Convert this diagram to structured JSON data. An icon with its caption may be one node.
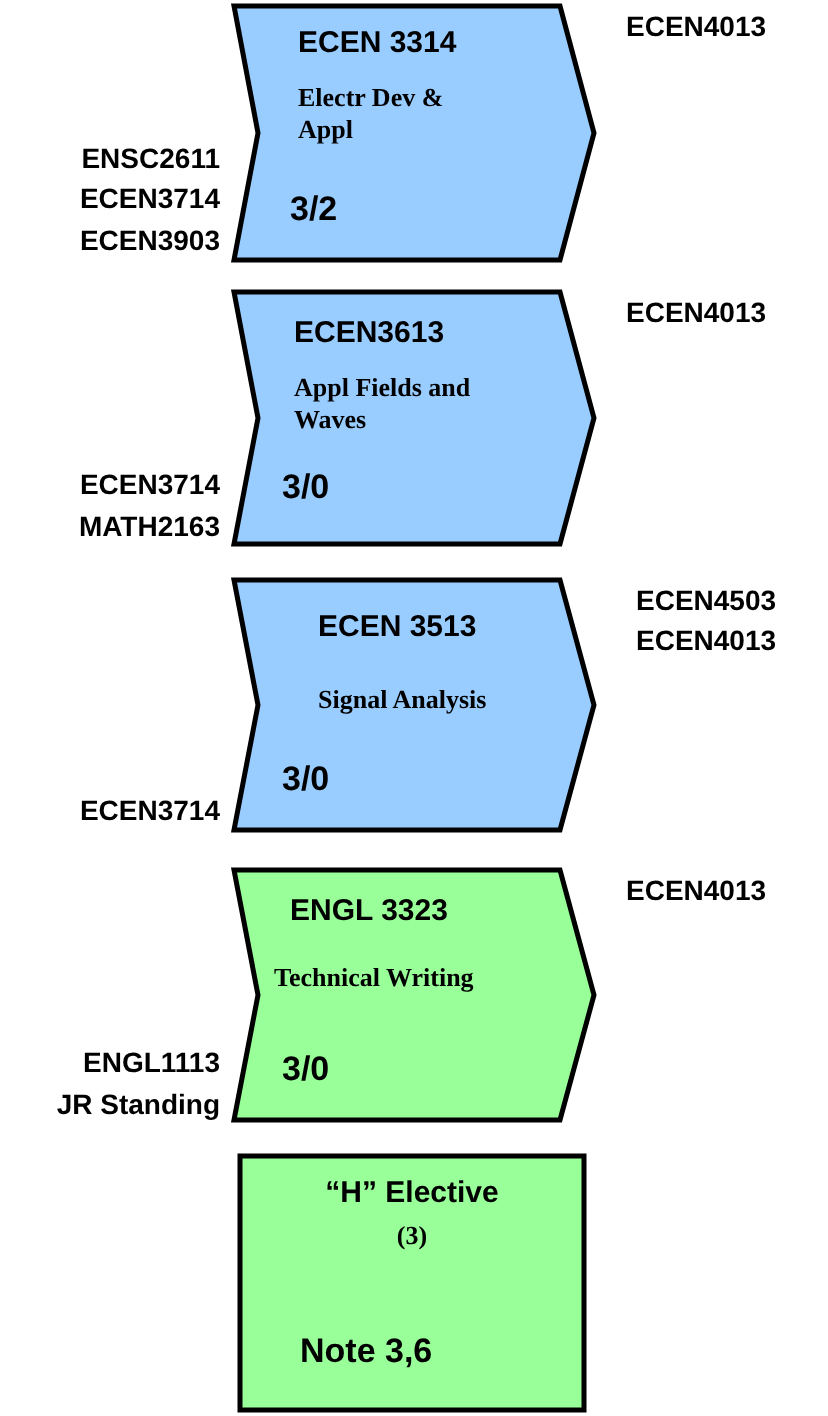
{
  "diagram": {
    "nodes": [
      {
        "text": [
          "ECEN 3314",
          "Electr Dev & Appl",
          "3/2"
        ],
        "beside": [
          "ECEN4013",
          "ENSC2611 ECEN3714 ECEN3903"
        ]
      },
      {
        "text": [
          "ECEN3613",
          "Appl Fields and Waves",
          "3/0"
        ],
        "beside": [
          "ECEN4013",
          "ECEN3714 MATH2163"
        ]
      },
      {
        "text": [
          "ECEN 3513",
          "Signal Analysis",
          "3/0"
        ],
        "beside": [
          "ECEN4503 ECEN4013",
          "ECEN3714"
        ]
      },
      {
        "text": [
          "ENGL 3323",
          "Technical Writing",
          "3/0"
        ],
        "beside": [
          "ECEN4013",
          "ENGL1113 JR Standing"
        ]
      },
      {
        "text": [
          "“H” Elective",
          "(3)",
          "Note 3,6"
        ]
      }
    ]
  }
}
